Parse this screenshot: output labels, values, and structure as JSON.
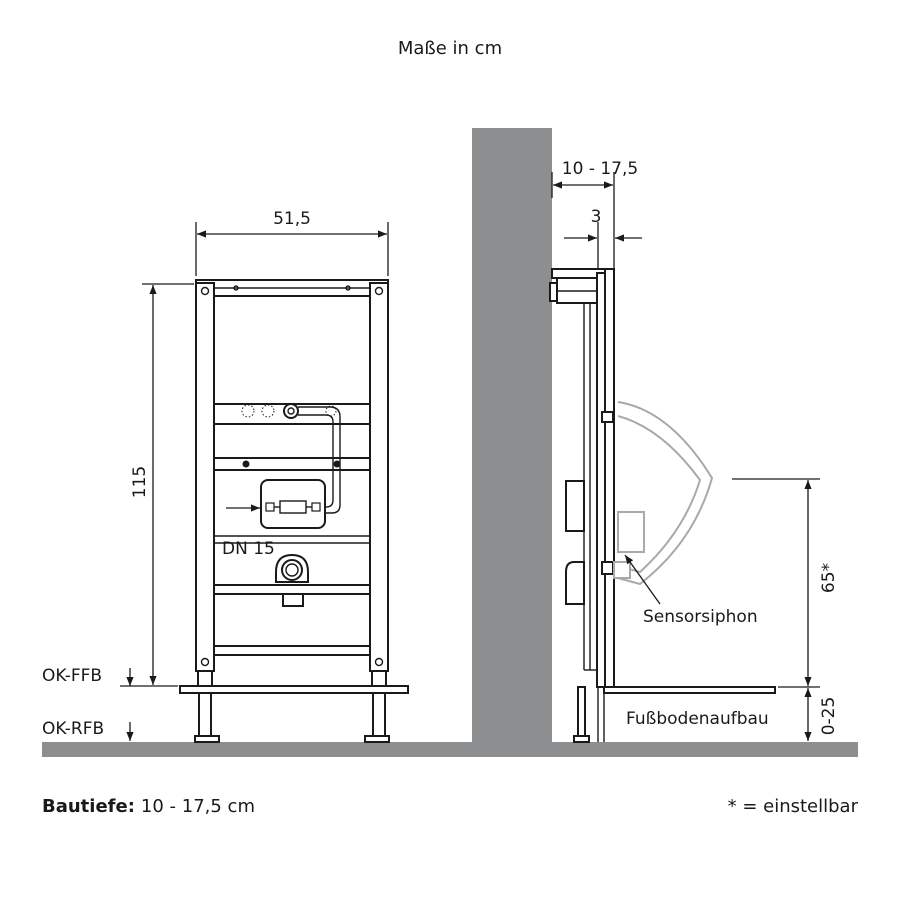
{
  "title": "Maße in cm",
  "front_view": {
    "width_label": "51,5",
    "height_label": "115",
    "connection_label": "DN 15",
    "ok_ffb_label": "OK-FFB",
    "ok_rfb_label": "OK-RFB"
  },
  "side_view": {
    "depth_label": "10 - 17,5",
    "offset_label": "3",
    "height_label": "65*",
    "floor_label": "0-25",
    "siphon_label": "Sensorsiphon",
    "floor_build_label": "Fußbodenaufbau"
  },
  "footer": {
    "depth_heading": "Bautiefe:",
    "depth_value": "10 - 17,5 cm",
    "adjustable_note": "* = einstellbar"
  },
  "colors": {
    "wall": "#8c8e90",
    "lines": "#1a1a1a",
    "urinal": "#a9a9a9"
  }
}
